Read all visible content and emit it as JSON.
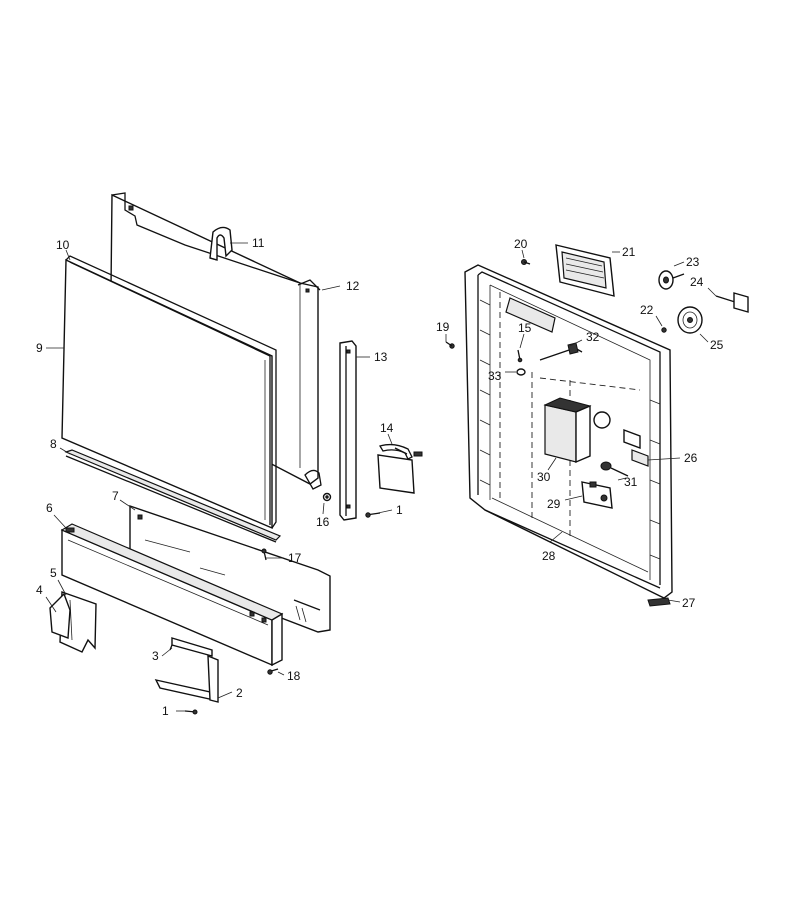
{
  "callouts": [
    {
      "id": "c1a",
      "label": "1"
    },
    {
      "id": "c1b",
      "label": "1"
    },
    {
      "id": "c2",
      "label": "2"
    },
    {
      "id": "c3",
      "label": "3"
    },
    {
      "id": "c4",
      "label": "4"
    },
    {
      "id": "c5",
      "label": "5"
    },
    {
      "id": "c6",
      "label": "6"
    },
    {
      "id": "c7",
      "label": "7"
    },
    {
      "id": "c8",
      "label": "8"
    },
    {
      "id": "c9",
      "label": "9"
    },
    {
      "id": "c10",
      "label": "10"
    },
    {
      "id": "c11",
      "label": "11"
    },
    {
      "id": "c12",
      "label": "12"
    },
    {
      "id": "c13",
      "label": "13"
    },
    {
      "id": "c14",
      "label": "14"
    },
    {
      "id": "c15",
      "label": "15"
    },
    {
      "id": "c16",
      "label": "16"
    },
    {
      "id": "c17",
      "label": "17"
    },
    {
      "id": "c18",
      "label": "18"
    },
    {
      "id": "c19",
      "label": "19"
    },
    {
      "id": "c20",
      "label": "20"
    },
    {
      "id": "c21",
      "label": "21"
    },
    {
      "id": "c22",
      "label": "22"
    },
    {
      "id": "c23",
      "label": "23"
    },
    {
      "id": "c24",
      "label": "24"
    },
    {
      "id": "c25",
      "label": "25"
    },
    {
      "id": "c26",
      "label": "26"
    },
    {
      "id": "c27",
      "label": "27"
    },
    {
      "id": "c28",
      "label": "28"
    },
    {
      "id": "c29",
      "label": "29"
    },
    {
      "id": "c30",
      "label": "30"
    },
    {
      "id": "c31",
      "label": "31"
    },
    {
      "id": "c32",
      "label": "32"
    },
    {
      "id": "c33",
      "label": "33"
    }
  ]
}
